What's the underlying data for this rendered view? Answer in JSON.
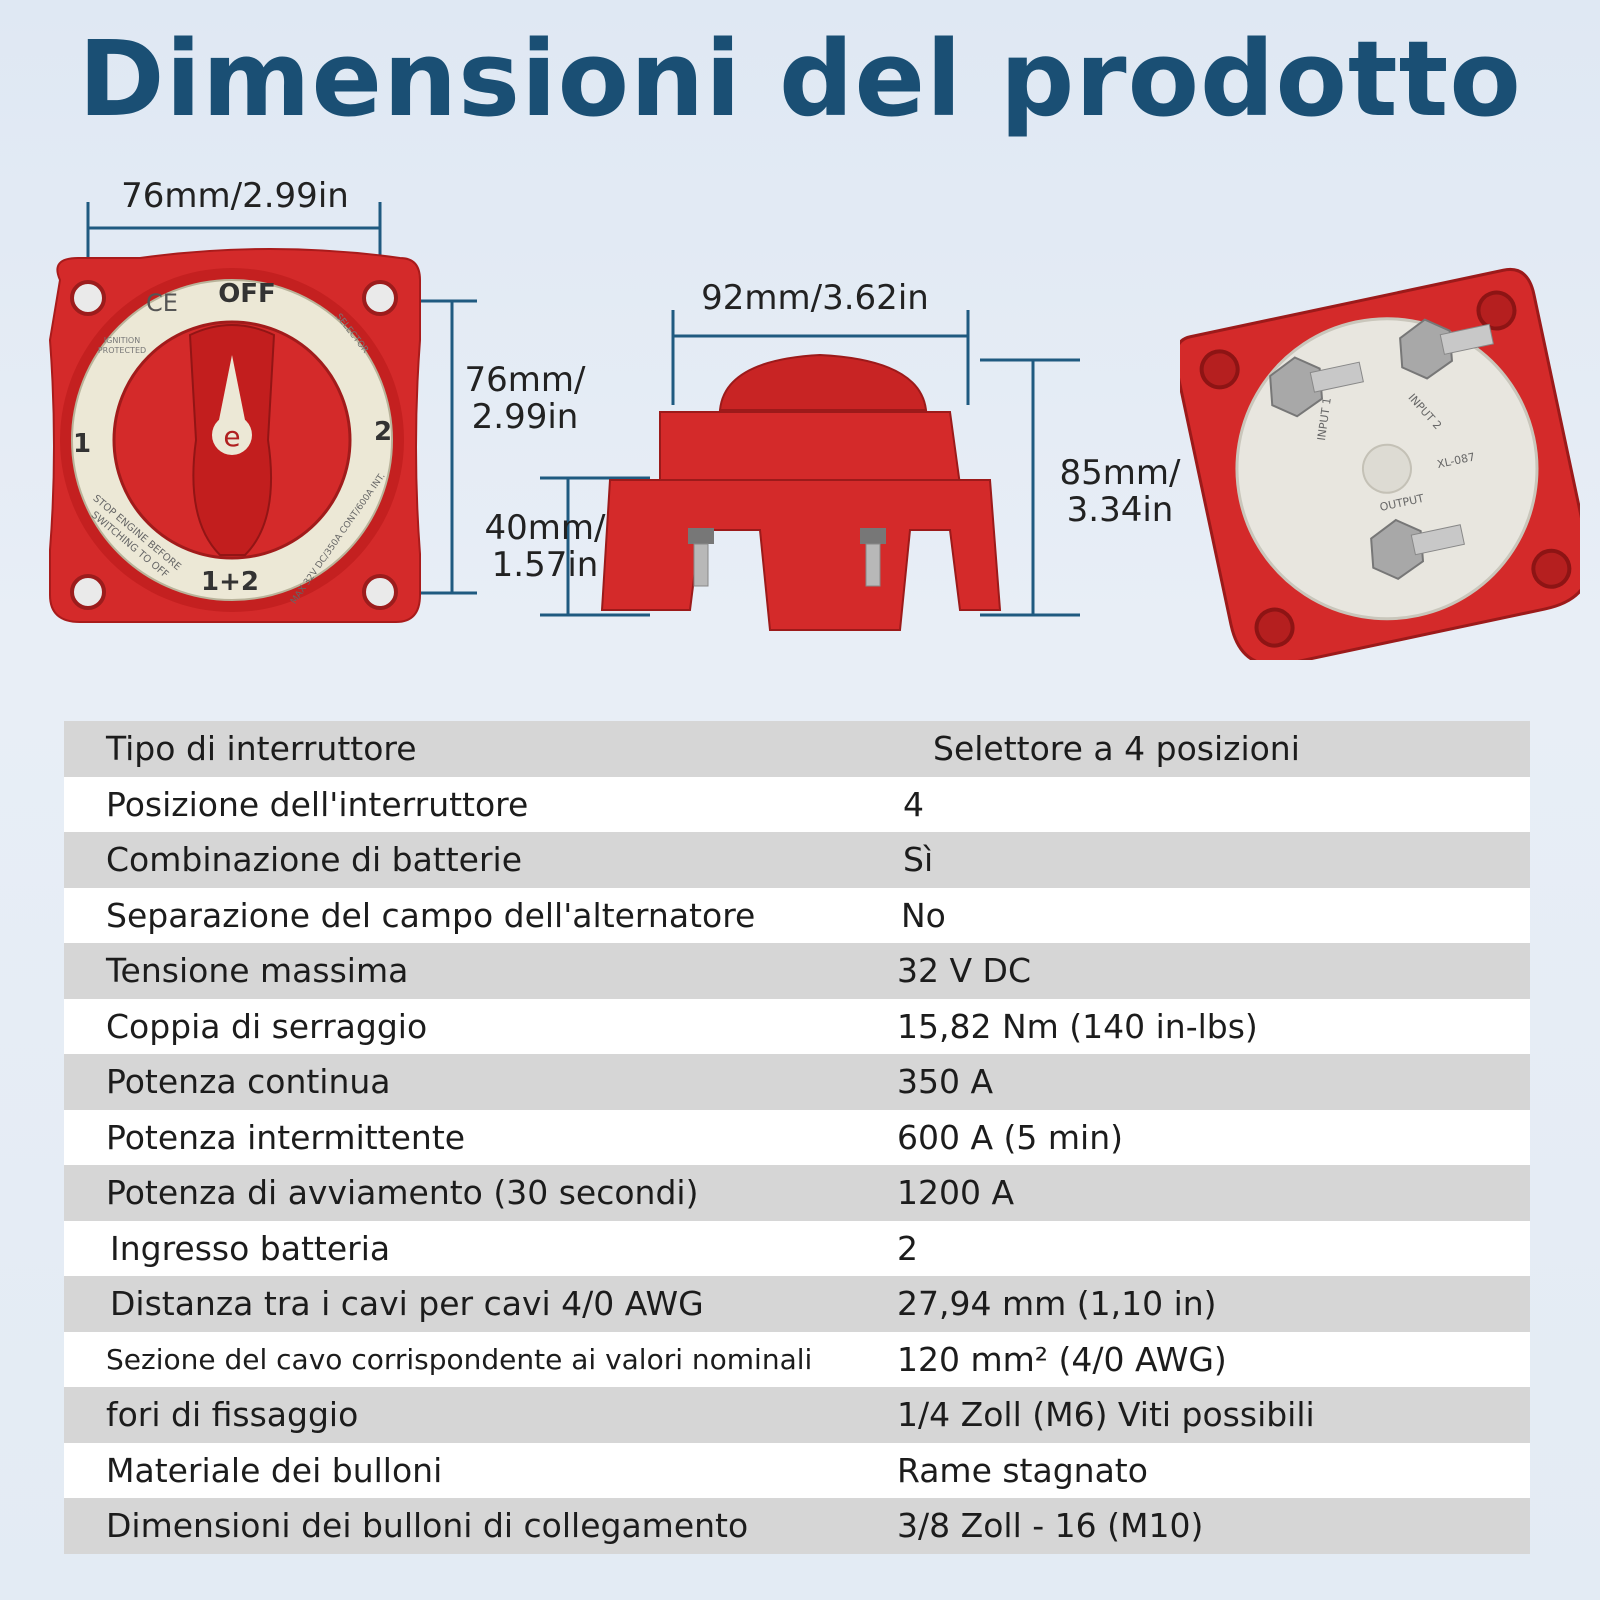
{
  "title": "Dimensioni del prodotto",
  "dimensions": {
    "front_width": "76mm/2.99in",
    "front_height_line1": "76mm/",
    "front_height_line2": "2.99in",
    "side_width": "92mm/3.62in",
    "side_base_line1": "40mm/",
    "side_base_line2": "1.57in",
    "side_height_line1": "85mm/",
    "side_height_line2": "3.34in"
  },
  "switch_face": {
    "off": "OFF",
    "pos1": "1",
    "pos2": "2",
    "both": "1+2",
    "ce": "CE",
    "ignition": "IGNITION",
    "protected": "PROTECTED",
    "selector": "SELECTOR",
    "warning1": "STOP ENGINE BEFORE",
    "warning2": "SWITCHING TO OFF",
    "rating": "MAX 32V DC/350A CONT/600A INT.",
    "logo": "e"
  },
  "switch_back": {
    "input1": "INPUT 1",
    "input2": "INPUT 2",
    "output": "OUTPUT",
    "model": "XL-087"
  },
  "specs": [
    {
      "label": "Tipo di interruttore",
      "value": "Selettore a 4 posizioni"
    },
    {
      "label": "Posizione dell'interruttore",
      "value": "4"
    },
    {
      "label": "Combinazione di batterie",
      "value": "Sì"
    },
    {
      "label": "Separazione del campo dell'alternatore",
      "value": "No"
    },
    {
      "label": "Tensione massima",
      "value": "32 V DC"
    },
    {
      "label": "Coppia di serraggio",
      "value": "15,82 Nm (140 in-lbs)"
    },
    {
      "label": "Potenza continua",
      "value": "350 A"
    },
    {
      "label": "Potenza intermittente",
      "value": "600 A (5 min)"
    },
    {
      "label": "Potenza di avviamento (30 secondi)",
      "value": "1200 A"
    },
    {
      "label": "Ingresso batteria",
      "value": "2"
    },
    {
      "label": "Distanza tra i cavi per cavi 4/0 AWG",
      "value": "27,94 mm (1,10 in)"
    },
    {
      "label": "Sezione del cavo corrispondente ai valori nominali",
      "value": "120 mm² (4/0 AWG)"
    },
    {
      "label": "fori di fissaggio",
      "value": "1/4 Zoll (M6) Viti possibili"
    },
    {
      "label": "Materiale dei bulloni",
      "value": "Rame stagnato"
    },
    {
      "label": "Dimensioni dei bulloni di collegamento",
      "value": "3/8 Zoll - 16 (M10)"
    }
  ],
  "colors": {
    "title": "#1a4f74",
    "product_red": "#d42a2a",
    "dimension_line": "#1f5a80",
    "row_gray": "#d6d6d6",
    "row_white": "#ffffff"
  }
}
